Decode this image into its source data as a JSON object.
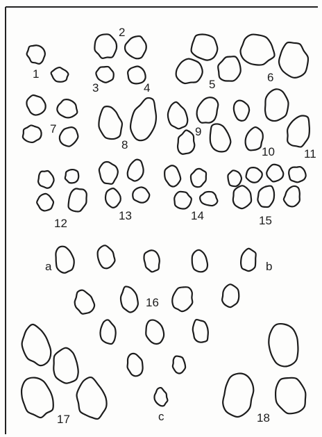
{
  "figure": {
    "labels": [
      "1",
      "2",
      "3",
      "4",
      "5",
      "6",
      "7",
      "8",
      "9",
      "10",
      "11",
      "12",
      "13",
      "14",
      "15",
      "a",
      "16",
      "b",
      "17",
      "c",
      "18"
    ]
  },
  "ink_color": "#1c1c1c",
  "paper_color": "#fdfdfc"
}
